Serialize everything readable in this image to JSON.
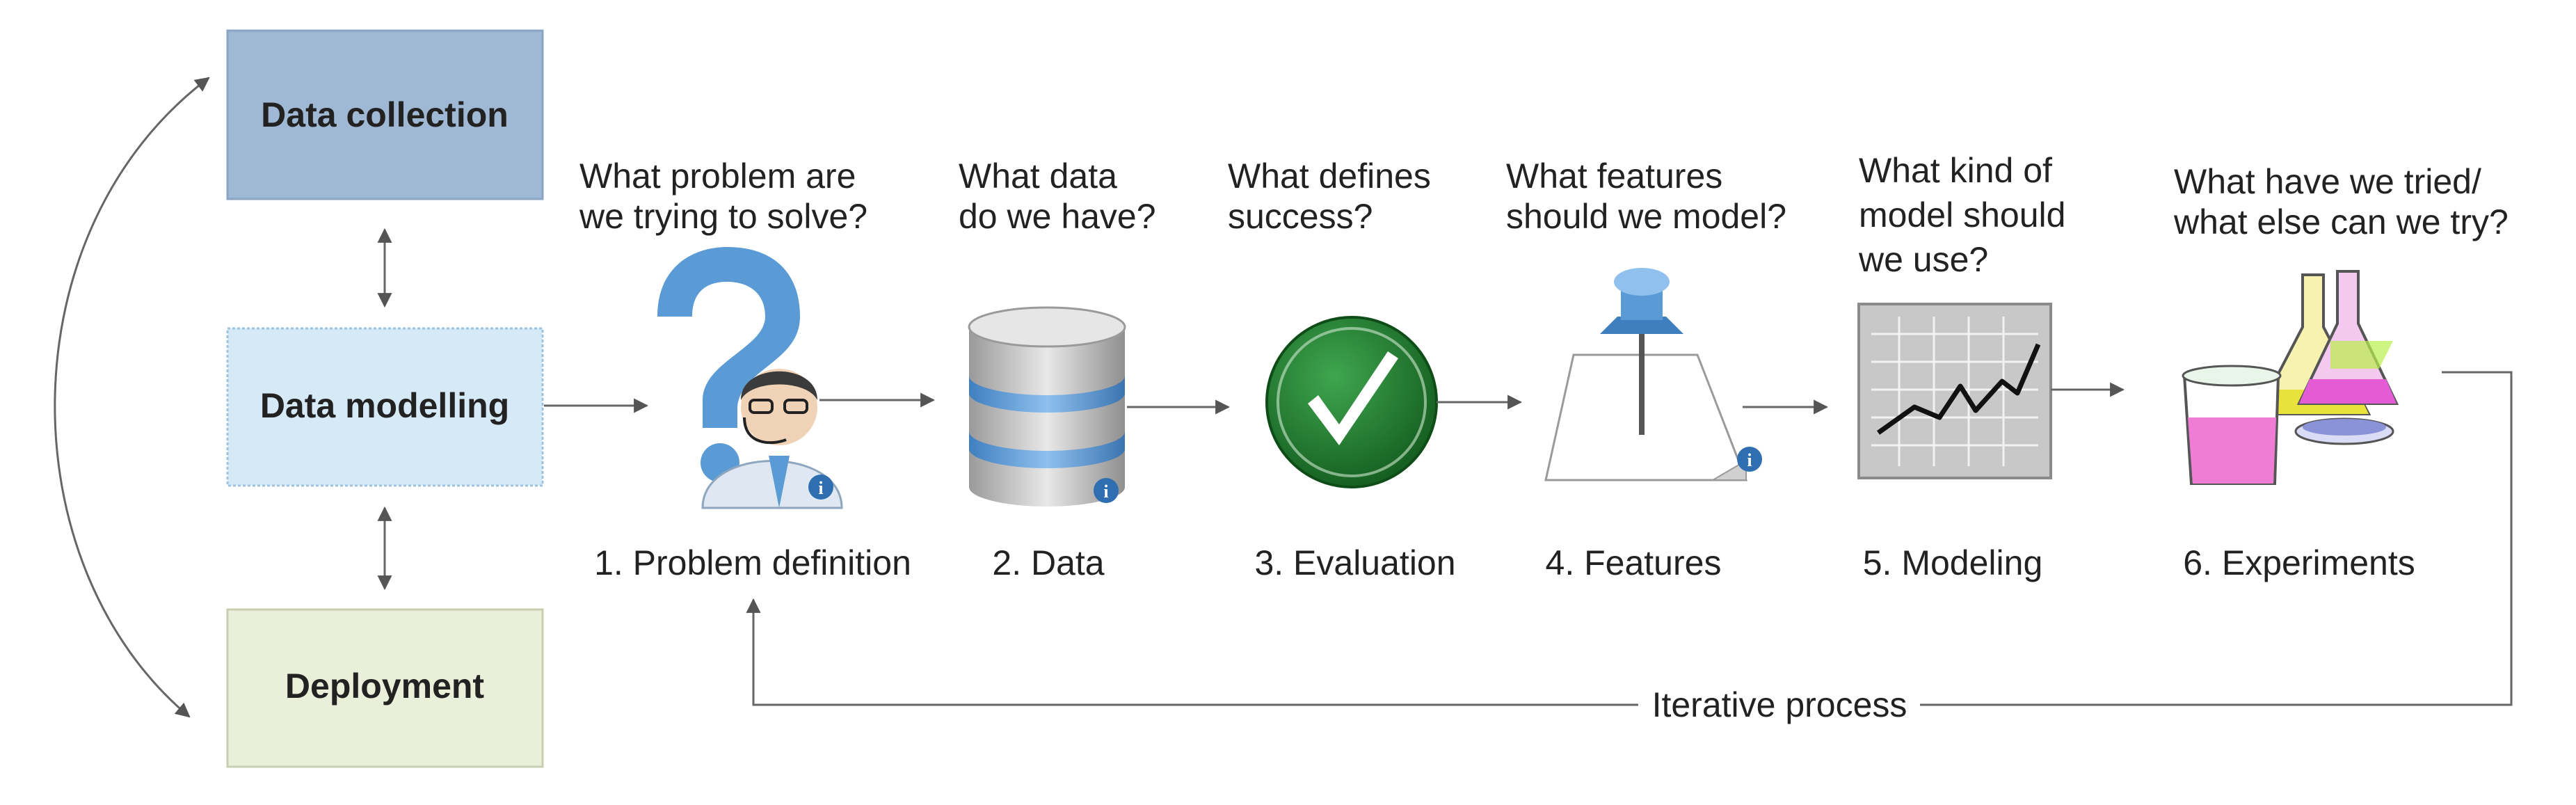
{
  "left_boxes": {
    "collection": {
      "label": "Data collection",
      "fill": "#9fb8d4",
      "stroke": "#8aa4c3"
    },
    "modelling": {
      "label": "Data modelling",
      "fill": "#d6e9f6",
      "stroke": "#9cc3e0"
    },
    "deployment": {
      "label": "Deployment",
      "fill": "#e9efd8",
      "stroke": "#c7cfb0"
    }
  },
  "steps": [
    {
      "question": [
        "What problem are",
        "we trying to solve?"
      ],
      "label": "1. Problem definition",
      "icon": "question-person-icon"
    },
    {
      "question": [
        "What data",
        "do we have?"
      ],
      "label": "2. Data",
      "icon": "database-icon"
    },
    {
      "question": [
        "What defines",
        "success?"
      ],
      "label": "3. Evaluation",
      "icon": "checkmark-icon"
    },
    {
      "question": [
        "What features",
        "should we model?"
      ],
      "label": "4. Features",
      "icon": "pushpin-icon"
    },
    {
      "question": [
        "What kind of",
        "model should",
        "we use?"
      ],
      "label": "5. Modeling",
      "icon": "line-chart-icon"
    },
    {
      "question": [
        "What have we tried/",
        "what else can we try?"
      ],
      "label": "6. Experiments",
      "icon": "lab-flasks-icon"
    }
  ],
  "iterative_label": "Iterative process",
  "colors": {
    "accent_blue": "#5b9bd5",
    "check_green": "#1e7a2e",
    "line_gray": "#666666"
  }
}
